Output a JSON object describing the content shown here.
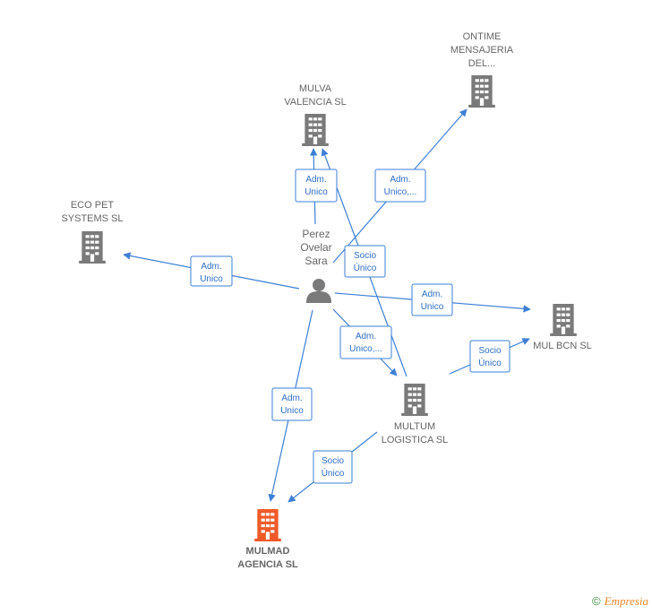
{
  "colors": {
    "edge": "#3d7fd6",
    "building": "#7a7a7a",
    "building_main": "#f05a28",
    "person": "#7a7a7a"
  },
  "person": {
    "lines": [
      "Perez",
      "Ovelar",
      "Sara"
    ],
    "icon": "person-icon"
  },
  "companies": [
    {
      "id": "mulva",
      "lines": [
        "MULVA",
        "VALENCIA  SL"
      ],
      "icon": "building-icon"
    },
    {
      "id": "ontime",
      "lines": [
        "ONTIME",
        "MENSAJERIA",
        "DEL..."
      ],
      "icon": "building-icon"
    },
    {
      "id": "ecopet",
      "lines": [
        "ECO PET",
        "SYSTEMS  SL"
      ],
      "icon": "building-icon"
    },
    {
      "id": "mulbcn",
      "lines": [
        "MUL BCN  SL"
      ],
      "icon": "building-icon"
    },
    {
      "id": "multum",
      "lines": [
        "MULTUM",
        "LOGISTICA  SL"
      ],
      "icon": "building-icon"
    },
    {
      "id": "mulmad",
      "lines": [
        "MULMAD",
        "AGENCIA  SL"
      ],
      "icon": "building-icon",
      "main": true
    }
  ],
  "edges": [
    {
      "id": "person-mulva",
      "lines": [
        "Adm.",
        "Unico"
      ]
    },
    {
      "id": "person-ontime",
      "lines": [
        "Adm.",
        "Unico,..."
      ]
    },
    {
      "id": "person-ecopet",
      "lines": [
        "Adm.",
        "Unico"
      ]
    },
    {
      "id": "person-mulbcn",
      "lines": [
        "Adm.",
        "Unico"
      ]
    },
    {
      "id": "person-multum",
      "lines": [
        "Adm.",
        "Unico,..."
      ]
    },
    {
      "id": "person-mulmad",
      "lines": [
        "Adm.",
        "Unico"
      ]
    },
    {
      "id": "multum-mulva",
      "lines": [
        "Socio",
        "Único"
      ]
    },
    {
      "id": "multum-mulbcn",
      "lines": [
        "Socio",
        "Único"
      ]
    },
    {
      "id": "multum-mulmad",
      "lines": [
        "Socio",
        "Único"
      ]
    }
  ],
  "footer": {
    "copyright": "©",
    "brand": "Empresia"
  }
}
